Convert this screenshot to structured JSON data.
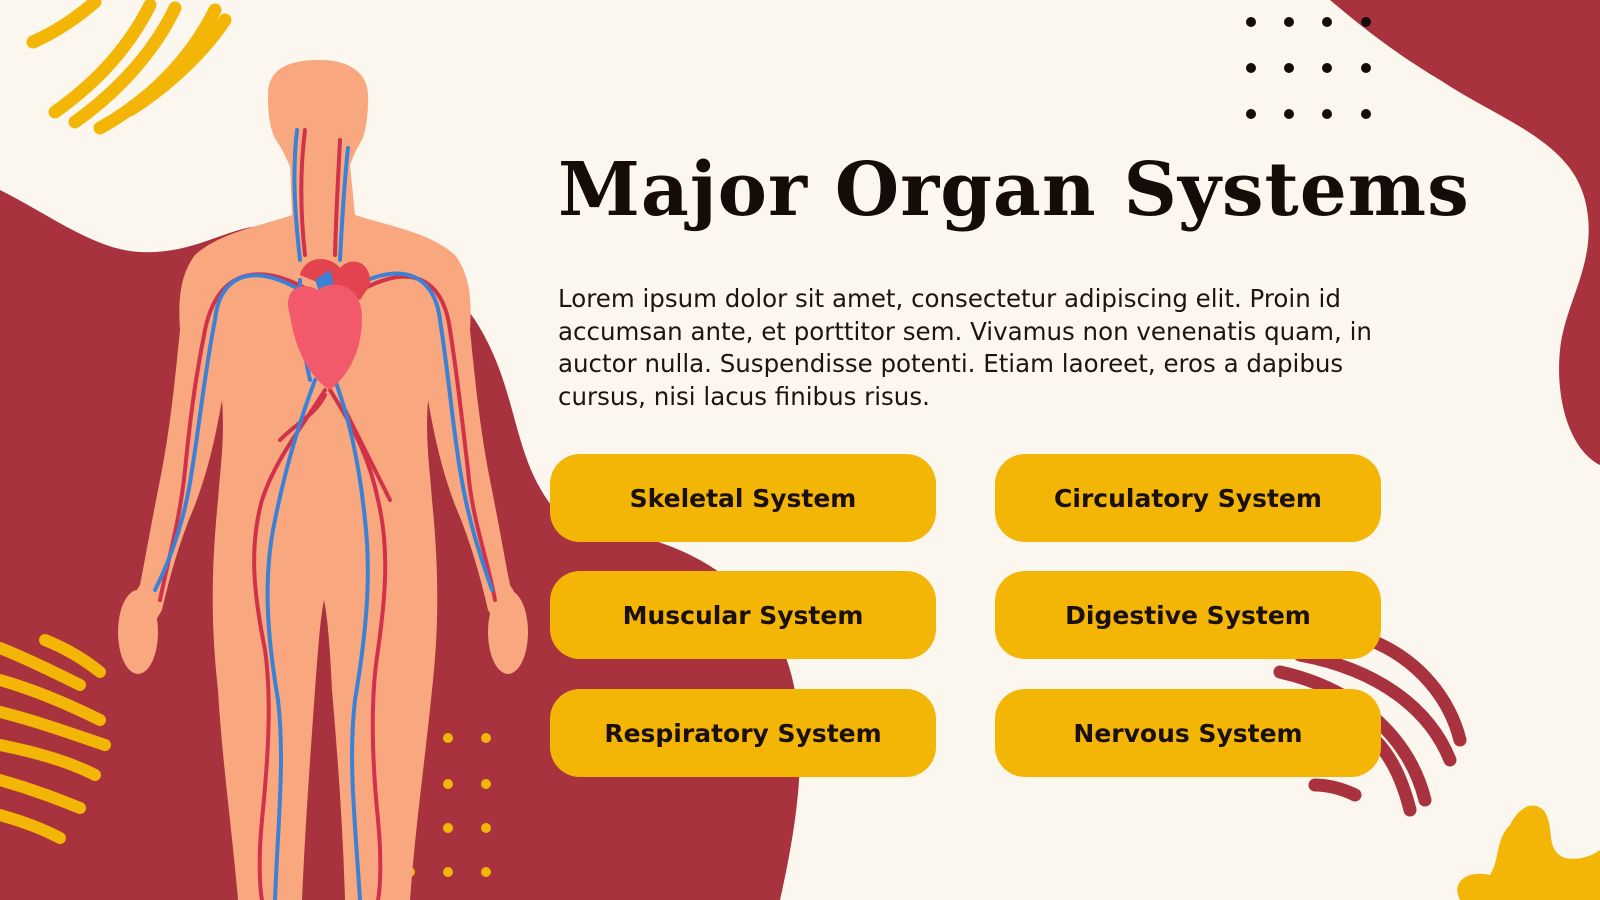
{
  "slide": {
    "title": "Major Organ Systems",
    "body": "Lorem ipsum dolor sit amet, consectetur adipiscing elit. Proin id accumsan ante, et porttitor sem. Vivamus non venenatis quam, in auctor nulla. Suspendisse potenti. Etiam laoreet, eros a dapibus cursus, nisi lacus finibus risus."
  },
  "systems": [
    {
      "label": "Skeletal System"
    },
    {
      "label": "Circulatory System"
    },
    {
      "label": "Muscular System"
    },
    {
      "label": "Digestive System"
    },
    {
      "label": "Respiratory System"
    },
    {
      "label": "Nervous System"
    }
  ],
  "illustration": {
    "icon": "human-circulatory-system-illustration"
  },
  "colors": {
    "background": "#fbf6ee",
    "crimson": "#a8323e",
    "yellow": "#f3b607",
    "skin": "#f9a77f",
    "artery": "#d0324a",
    "vein": "#3b82d6",
    "heart": "#f2596b"
  }
}
